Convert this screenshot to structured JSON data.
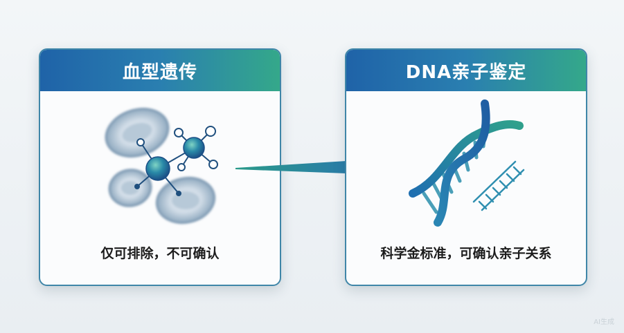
{
  "left_card": {
    "title": "血型遗传",
    "caption": "仅可排除，不可确认"
  },
  "right_card": {
    "title": "DNA亲子鉴定",
    "caption": "科学金标准，可确认亲子关系"
  },
  "watermark": "AI生成",
  "colors": {
    "header_start": "#1f63a8",
    "header_end": "#34a88a",
    "arrow_start": "#2a9a8a",
    "arrow_end": "#2a6fb5"
  },
  "icons": {
    "left": "blood-cells-molecule-icon",
    "right": "dna-double-helix-icon",
    "connector": "right-arrow-icon"
  }
}
